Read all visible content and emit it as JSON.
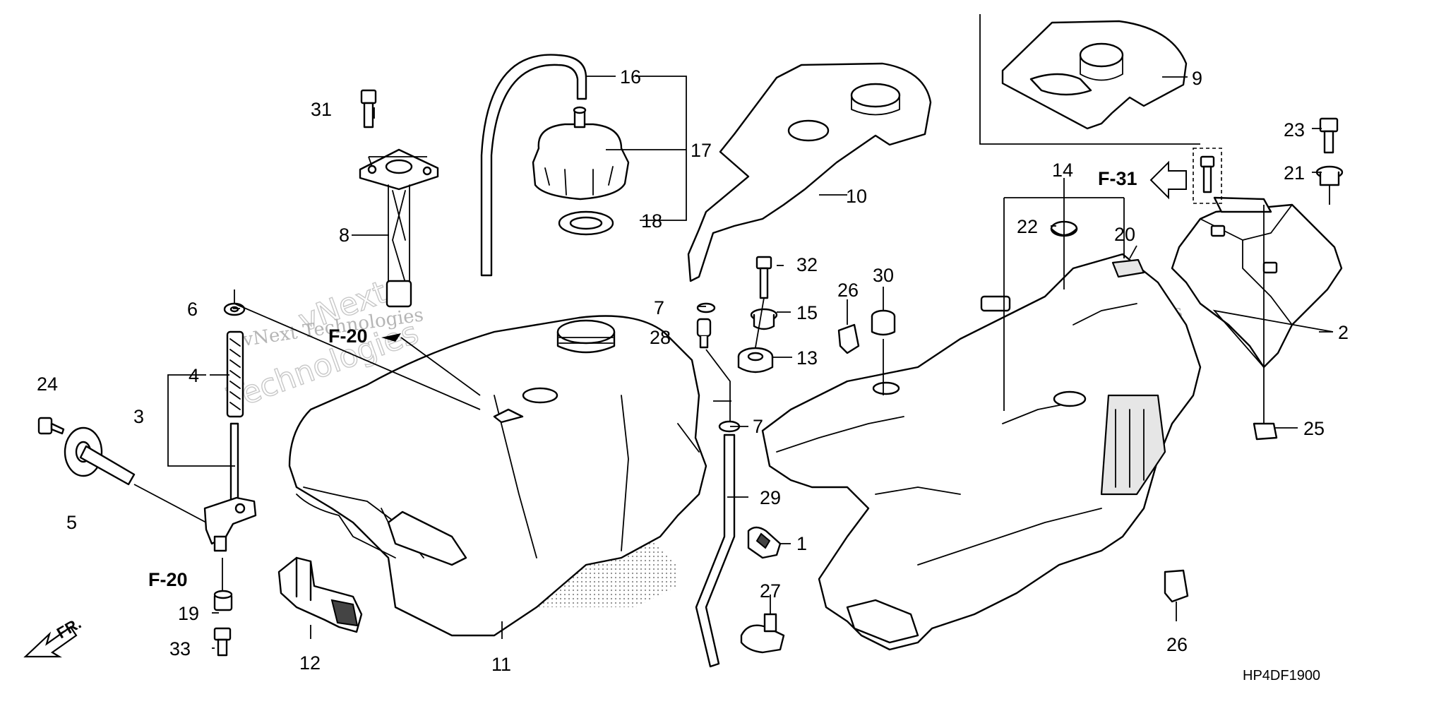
{
  "diagram": {
    "callouts": [
      "1",
      "2",
      "3",
      "4",
      "5",
      "6",
      "7",
      "7",
      "8",
      "9",
      "10",
      "11",
      "12",
      "13",
      "14",
      "15",
      "16",
      "17",
      "18",
      "19",
      "20",
      "21",
      "22",
      "23",
      "24",
      "25",
      "26",
      "26",
      "27",
      "28",
      "29",
      "30",
      "31",
      "32",
      "33"
    ],
    "refs": {
      "f20_upper": "F-20",
      "f20_lower": "F-20",
      "f31": "F-31",
      "front": "FR."
    },
    "diagram_code": "HP4DF1900",
    "watermark": {
      "line1": "vNext Technologies",
      "line2": "vNext",
      "line3": "Technologies"
    }
  }
}
